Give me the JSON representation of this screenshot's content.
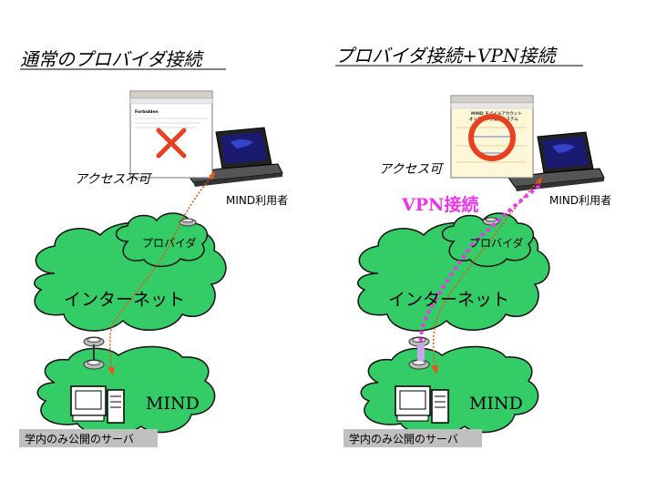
{
  "colors": {
    "cloud": "#33cc66",
    "cloud_stroke": "#111111",
    "path_orange": "#e8551a",
    "vpn_magenta": "#ee33ee",
    "cross_red": "#e84020",
    "server_label_bg": "#c0c0c0"
  },
  "left": {
    "title": "通常のプロバイダ接続",
    "access": "アクセス不可",
    "user": "MIND利用者",
    "provider": "プロバイダ",
    "internet": "インターネット",
    "mind": "MIND",
    "server_label": "学内のみ公開のサーバ",
    "browser_page_title": "Forbidden",
    "browser_icon": "cross-icon"
  },
  "right": {
    "title": "プロバイダ接続+VPN接続",
    "access": "アクセス可",
    "user": "MIND利用者",
    "provider": "プロバイダ",
    "internet": "インターネット",
    "mind": "MIND",
    "server_label": "学内のみ公開のサーバ",
    "vpn_label": "VPN接続",
    "browser_page_title_1": "MIND モバイルアカウント",
    "browser_page_title_2": "オンライン手続きシステム",
    "browser_icon": "circle-ok-icon"
  }
}
